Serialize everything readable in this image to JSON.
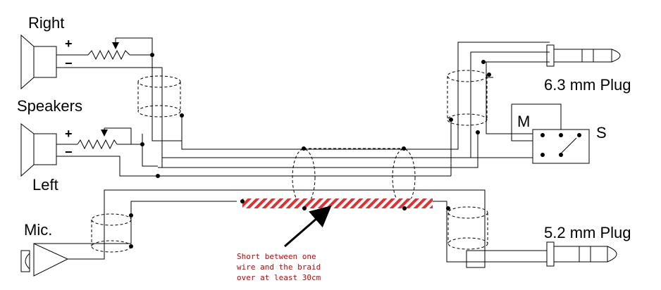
{
  "labels": {
    "right": "Right",
    "speakers": "Speakers",
    "left": "Left",
    "mic": "Mic.",
    "plug_63": "6.3 mm Plug",
    "plug_52": "5.2 mm Plug",
    "switch_m": "M",
    "switch_s": "S",
    "plus_r": "+",
    "minus_r": "−",
    "plus_l": "+",
    "minus_l": "−"
  },
  "annotation": {
    "line1": "Short between one",
    "line2": "wire and the braid",
    "line3": "over at least 30cm"
  },
  "colors": {
    "wire": "#000000",
    "short_hatch": "#e03030",
    "annotation": "#cc0000"
  }
}
